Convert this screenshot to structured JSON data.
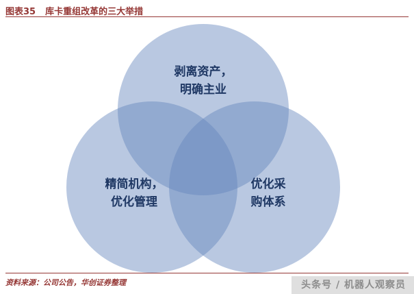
{
  "header": {
    "figure_label": "图表35",
    "title": "库卡重组改革的三大举措"
  },
  "venn": {
    "circle_color": "#6385bc",
    "label_color": "#1f3864",
    "circles": [
      {
        "id": "divest-assets",
        "line1": "剥离资产，",
        "line2": "明确主业"
      },
      {
        "id": "streamline-org",
        "line1": "精简机构，",
        "line2": "优化管理"
      },
      {
        "id": "optimize-procurement",
        "line1": "优化采",
        "line2": "购体系"
      }
    ]
  },
  "footer": {
    "source": "资料来源：公司公告，华创证券整理"
  },
  "watermark": {
    "text": "头条号 / 机器人观察员"
  }
}
